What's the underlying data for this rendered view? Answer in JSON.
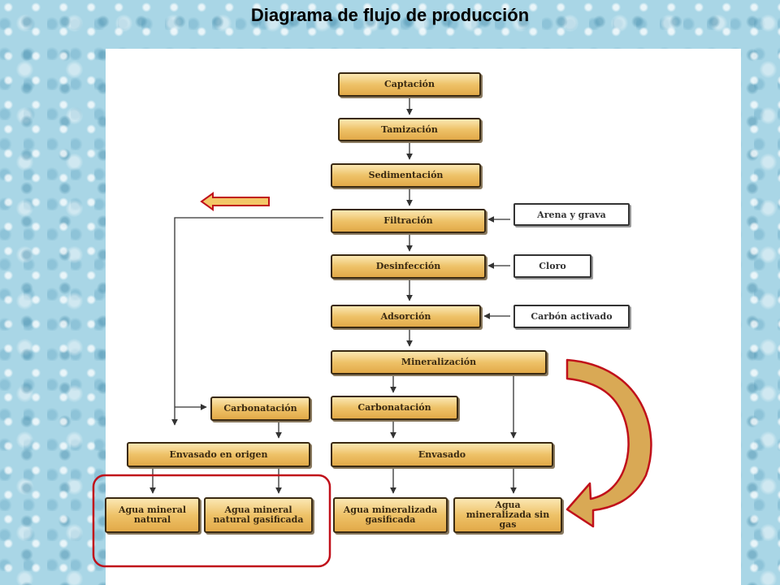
{
  "title": "Diagrama de flujo de producción",
  "diagram": {
    "steps": {
      "captacion": "Captación",
      "tamizacion": "Tamización",
      "sedimentacion": "Sedimentación",
      "filtracion": "Filtración",
      "desinfeccion": "Desinfección",
      "adsorcion": "Adsorción",
      "mineralizacion": "Mineralización",
      "carbonatacion_origen": "Carbonatación",
      "carbonatacion": "Carbonatación",
      "envasado_origen": "Envasado en origen",
      "envasado": "Envasado"
    },
    "inputs": {
      "arena": "Arena y grava",
      "cloro": "Cloro",
      "carbon": "Carbón activado"
    },
    "products": {
      "natural": "Agua mineral natural",
      "natural_gasificada": "Agua mineral natural gasificada",
      "mineralizada_gasificada": "Agua mineralizada gasificada",
      "mineralizada_sin_gas": "Agua mineralizada sin gas"
    },
    "colors": {
      "step_fill": "#eec268",
      "step_border": "#3a2a12",
      "highlight_red": "#c0101a",
      "curve_fill": "#d9a955",
      "arrow_fill": "#f6d27a"
    }
  }
}
